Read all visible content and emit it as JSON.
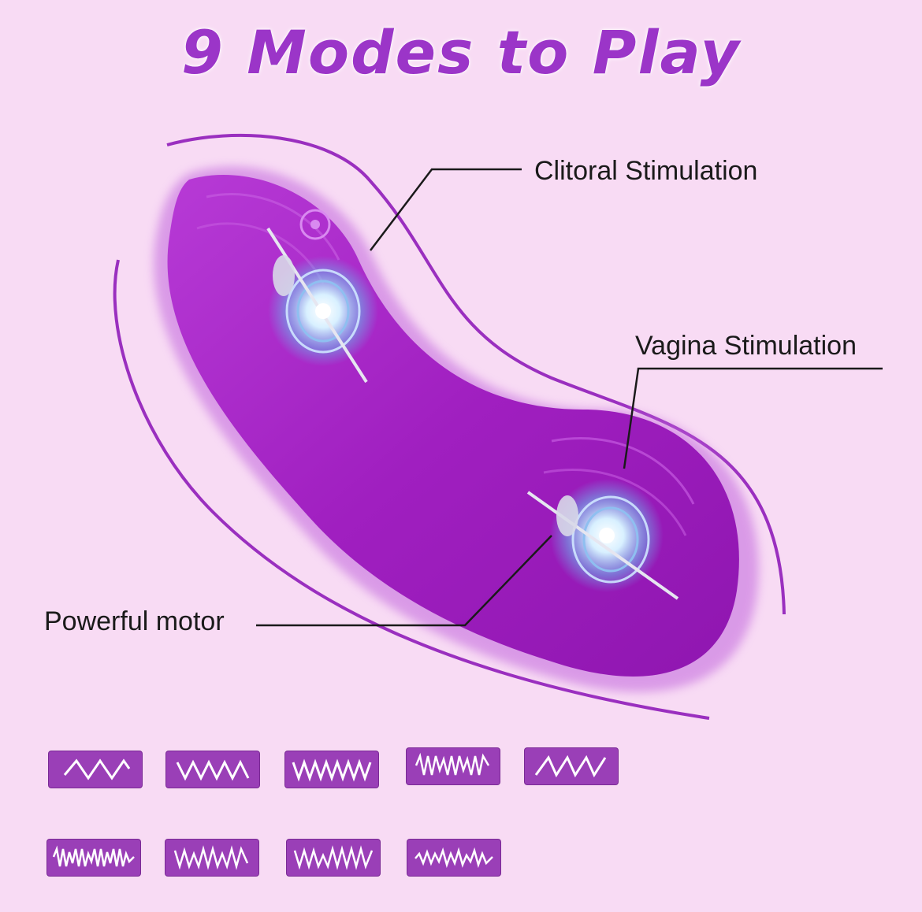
{
  "title": "9 Modes to Play",
  "callouts": {
    "clitoral": "Clitoral Stimulation",
    "vagina": "Vagina Stimulation",
    "motor": "Powerful motor"
  },
  "colors": {
    "background": "#f8dbf4",
    "accent": "#9b35c8",
    "product": "#a11fc2",
    "mode_box": "#9a3fb7"
  },
  "modes": [
    {
      "icon": "wave-pattern-1-icon"
    },
    {
      "icon": "wave-pattern-2-icon"
    },
    {
      "icon": "wave-pattern-3-icon"
    },
    {
      "icon": "wave-pattern-4-icon"
    },
    {
      "icon": "wave-pattern-5-icon"
    },
    {
      "icon": "wave-pattern-6-icon"
    },
    {
      "icon": "wave-pattern-7-icon"
    },
    {
      "icon": "wave-pattern-8-icon"
    },
    {
      "icon": "wave-pattern-9-icon"
    }
  ]
}
